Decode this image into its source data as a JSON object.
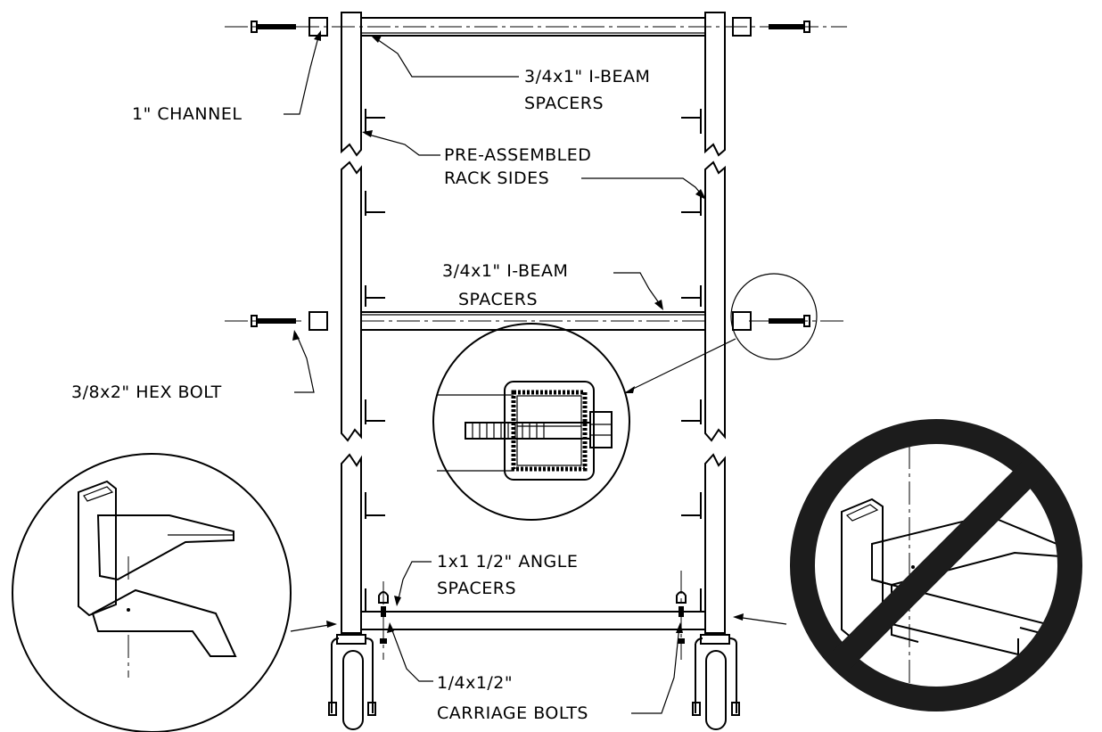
{
  "labels": {
    "channel": "1\" CHANNEL",
    "ibeam_top_1": "3/4x1\" I-BEAM",
    "ibeam_top_2": "SPACERS",
    "preassembled_1": "PRE-ASSEMBLED",
    "preassembled_2": "RACK SIDES",
    "ibeam_mid_1": "3/4x1\" I-BEAM",
    "ibeam_mid_2": "SPACERS",
    "hex_bolt": "3/8x2\" HEX BOLT",
    "angle_1": "1x1 1/2\" ANGLE",
    "angle_2": "SPACERS",
    "carriage_1": "1/4x1/2\"",
    "carriage_2": "CARRIAGE BOLTS"
  },
  "colors": {
    "ink": "#000000",
    "paper": "#ffffff",
    "prohibited_ring": "#1c1c1c"
  },
  "icons": {
    "prohibited": "prohibited-sign-icon"
  }
}
